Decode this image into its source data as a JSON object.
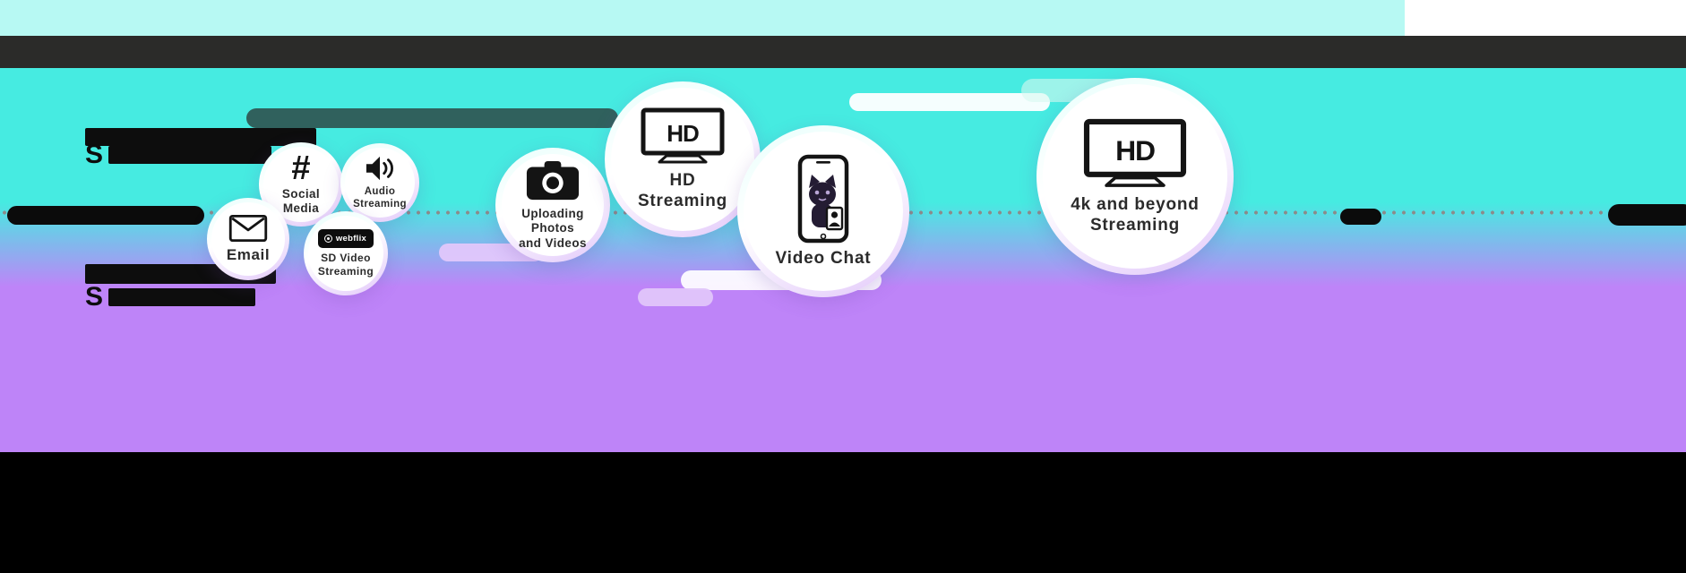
{
  "canvas": {
    "colors": {
      "cyan": "#46EBE1",
      "light_cyan": "#B7F9F3",
      "purple": "#BE84F8",
      "dark_bar": "#2B2B29",
      "footer": "#000000",
      "dotted_line": "#8B8B8B"
    }
  },
  "redacted": {
    "block1_line2_prefix": "S",
    "block2_line2_prefix": "S"
  },
  "bubbles": {
    "email": {
      "label": "Email"
    },
    "social": {
      "glyph": "#",
      "line1": "Social",
      "line2": "Media"
    },
    "audio": {
      "line1": "Audio",
      "line2": "Streaming"
    },
    "sd": {
      "brand": "webflix",
      "line1": "SD Video",
      "line2": "Streaming"
    },
    "upload": {
      "line1": "Uploading Photos",
      "line2": "and Videos"
    },
    "hd": {
      "tv_logo": "HD",
      "line1": "HD",
      "line2": "Streaming"
    },
    "video_chat": {
      "label": "Video Chat"
    },
    "fourk": {
      "tv_logo": "HD",
      "line1": "4k and beyond",
      "line2": "Streaming"
    }
  }
}
